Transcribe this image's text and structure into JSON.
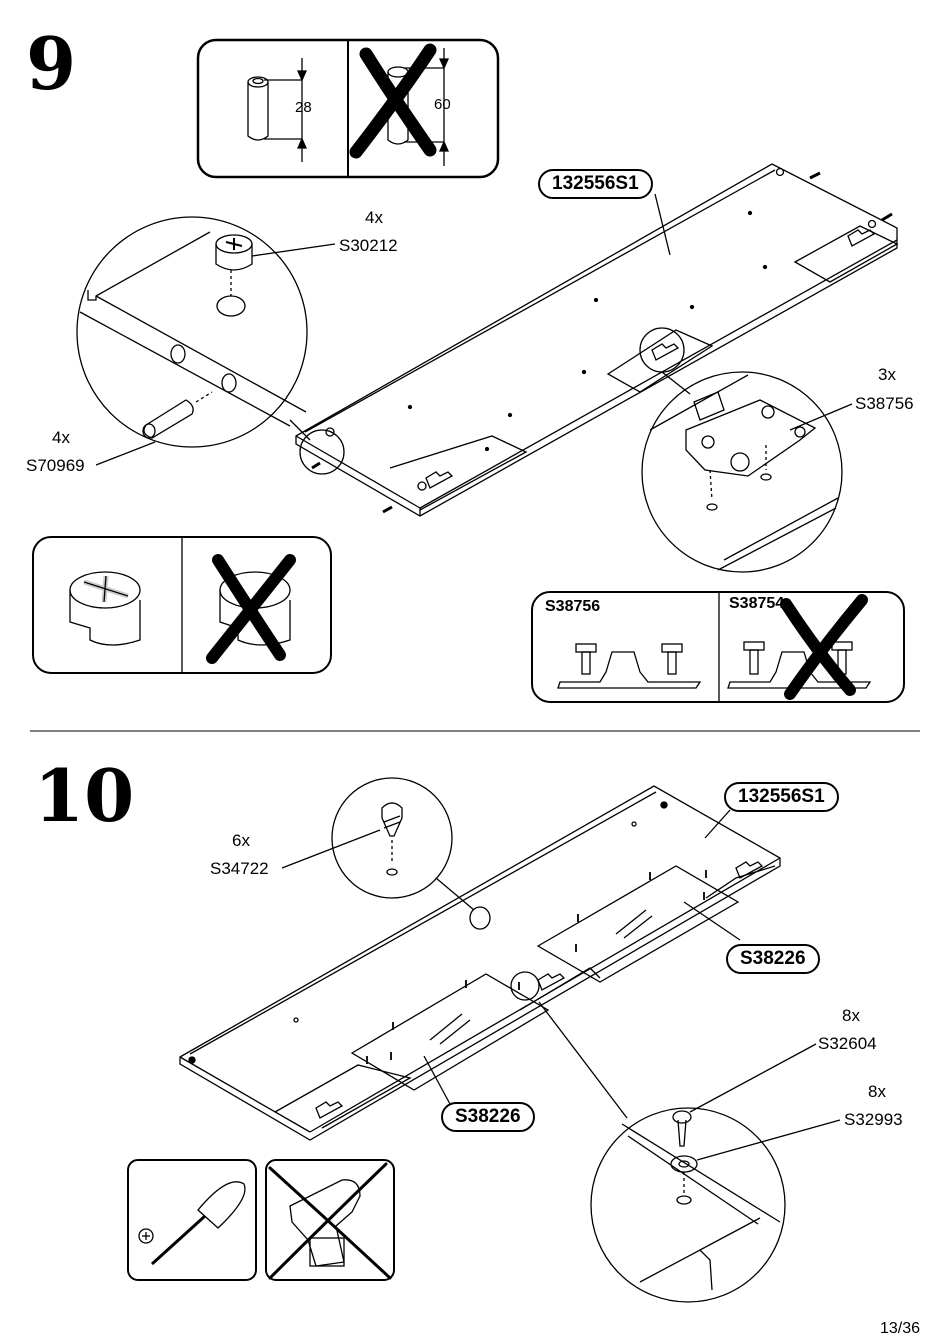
{
  "step9": {
    "number": "9",
    "dowel_ok_length": "28",
    "dowel_bad_length": "60",
    "panel_code": "132556S1",
    "cam_qty": "4x",
    "cam_code": "S30212",
    "dowel_qty": "4x",
    "dowel_code": "S70969",
    "plate_qty": "3x",
    "plate_code": "S38756",
    "compare_ok_code": "S38756",
    "compare_bad_code": "S38754"
  },
  "step10": {
    "number": "10",
    "panel_code": "132556S1",
    "screw_qty": "6x",
    "screw_code": "S34722",
    "mirror_code_top": "S38226",
    "mirror_code_bottom": "S38226",
    "screw2_qty": "8x",
    "screw2_code": "S32604",
    "washer_qty": "8x",
    "washer_code": "S32993"
  },
  "page": "13/36"
}
